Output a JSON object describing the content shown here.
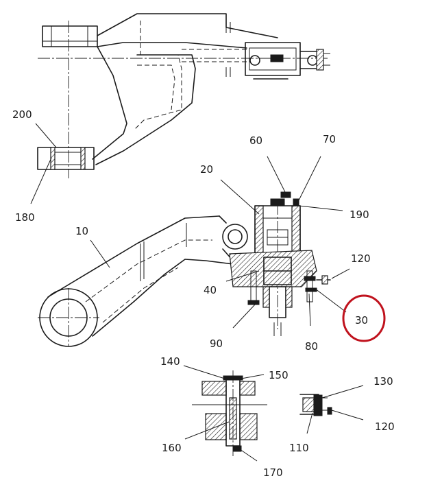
{
  "colors": {
    "line": "#1a1a1a",
    "highlight_ring": "#c0121d",
    "background": "#ffffff"
  },
  "part_labels": [
    {
      "id": "p200",
      "text": "200"
    },
    {
      "id": "p180",
      "text": "180"
    },
    {
      "id": "p60",
      "text": "60"
    },
    {
      "id": "p70",
      "text": "70"
    },
    {
      "id": "p20",
      "text": "20"
    },
    {
      "id": "p190",
      "text": "190"
    },
    {
      "id": "p10",
      "text": "10"
    },
    {
      "id": "p120a",
      "text": "120"
    },
    {
      "id": "p40",
      "text": "40"
    },
    {
      "id": "p30",
      "text": "30"
    },
    {
      "id": "p90",
      "text": "90"
    },
    {
      "id": "p80",
      "text": "80"
    },
    {
      "id": "p140",
      "text": "140"
    },
    {
      "id": "p150",
      "text": "150"
    },
    {
      "id": "p130",
      "text": "130"
    },
    {
      "id": "p120b",
      "text": "120"
    },
    {
      "id": "p160",
      "text": "160"
    },
    {
      "id": "p110",
      "text": "110"
    },
    {
      "id": "p170",
      "text": "170"
    }
  ],
  "highlighted_label": "30"
}
